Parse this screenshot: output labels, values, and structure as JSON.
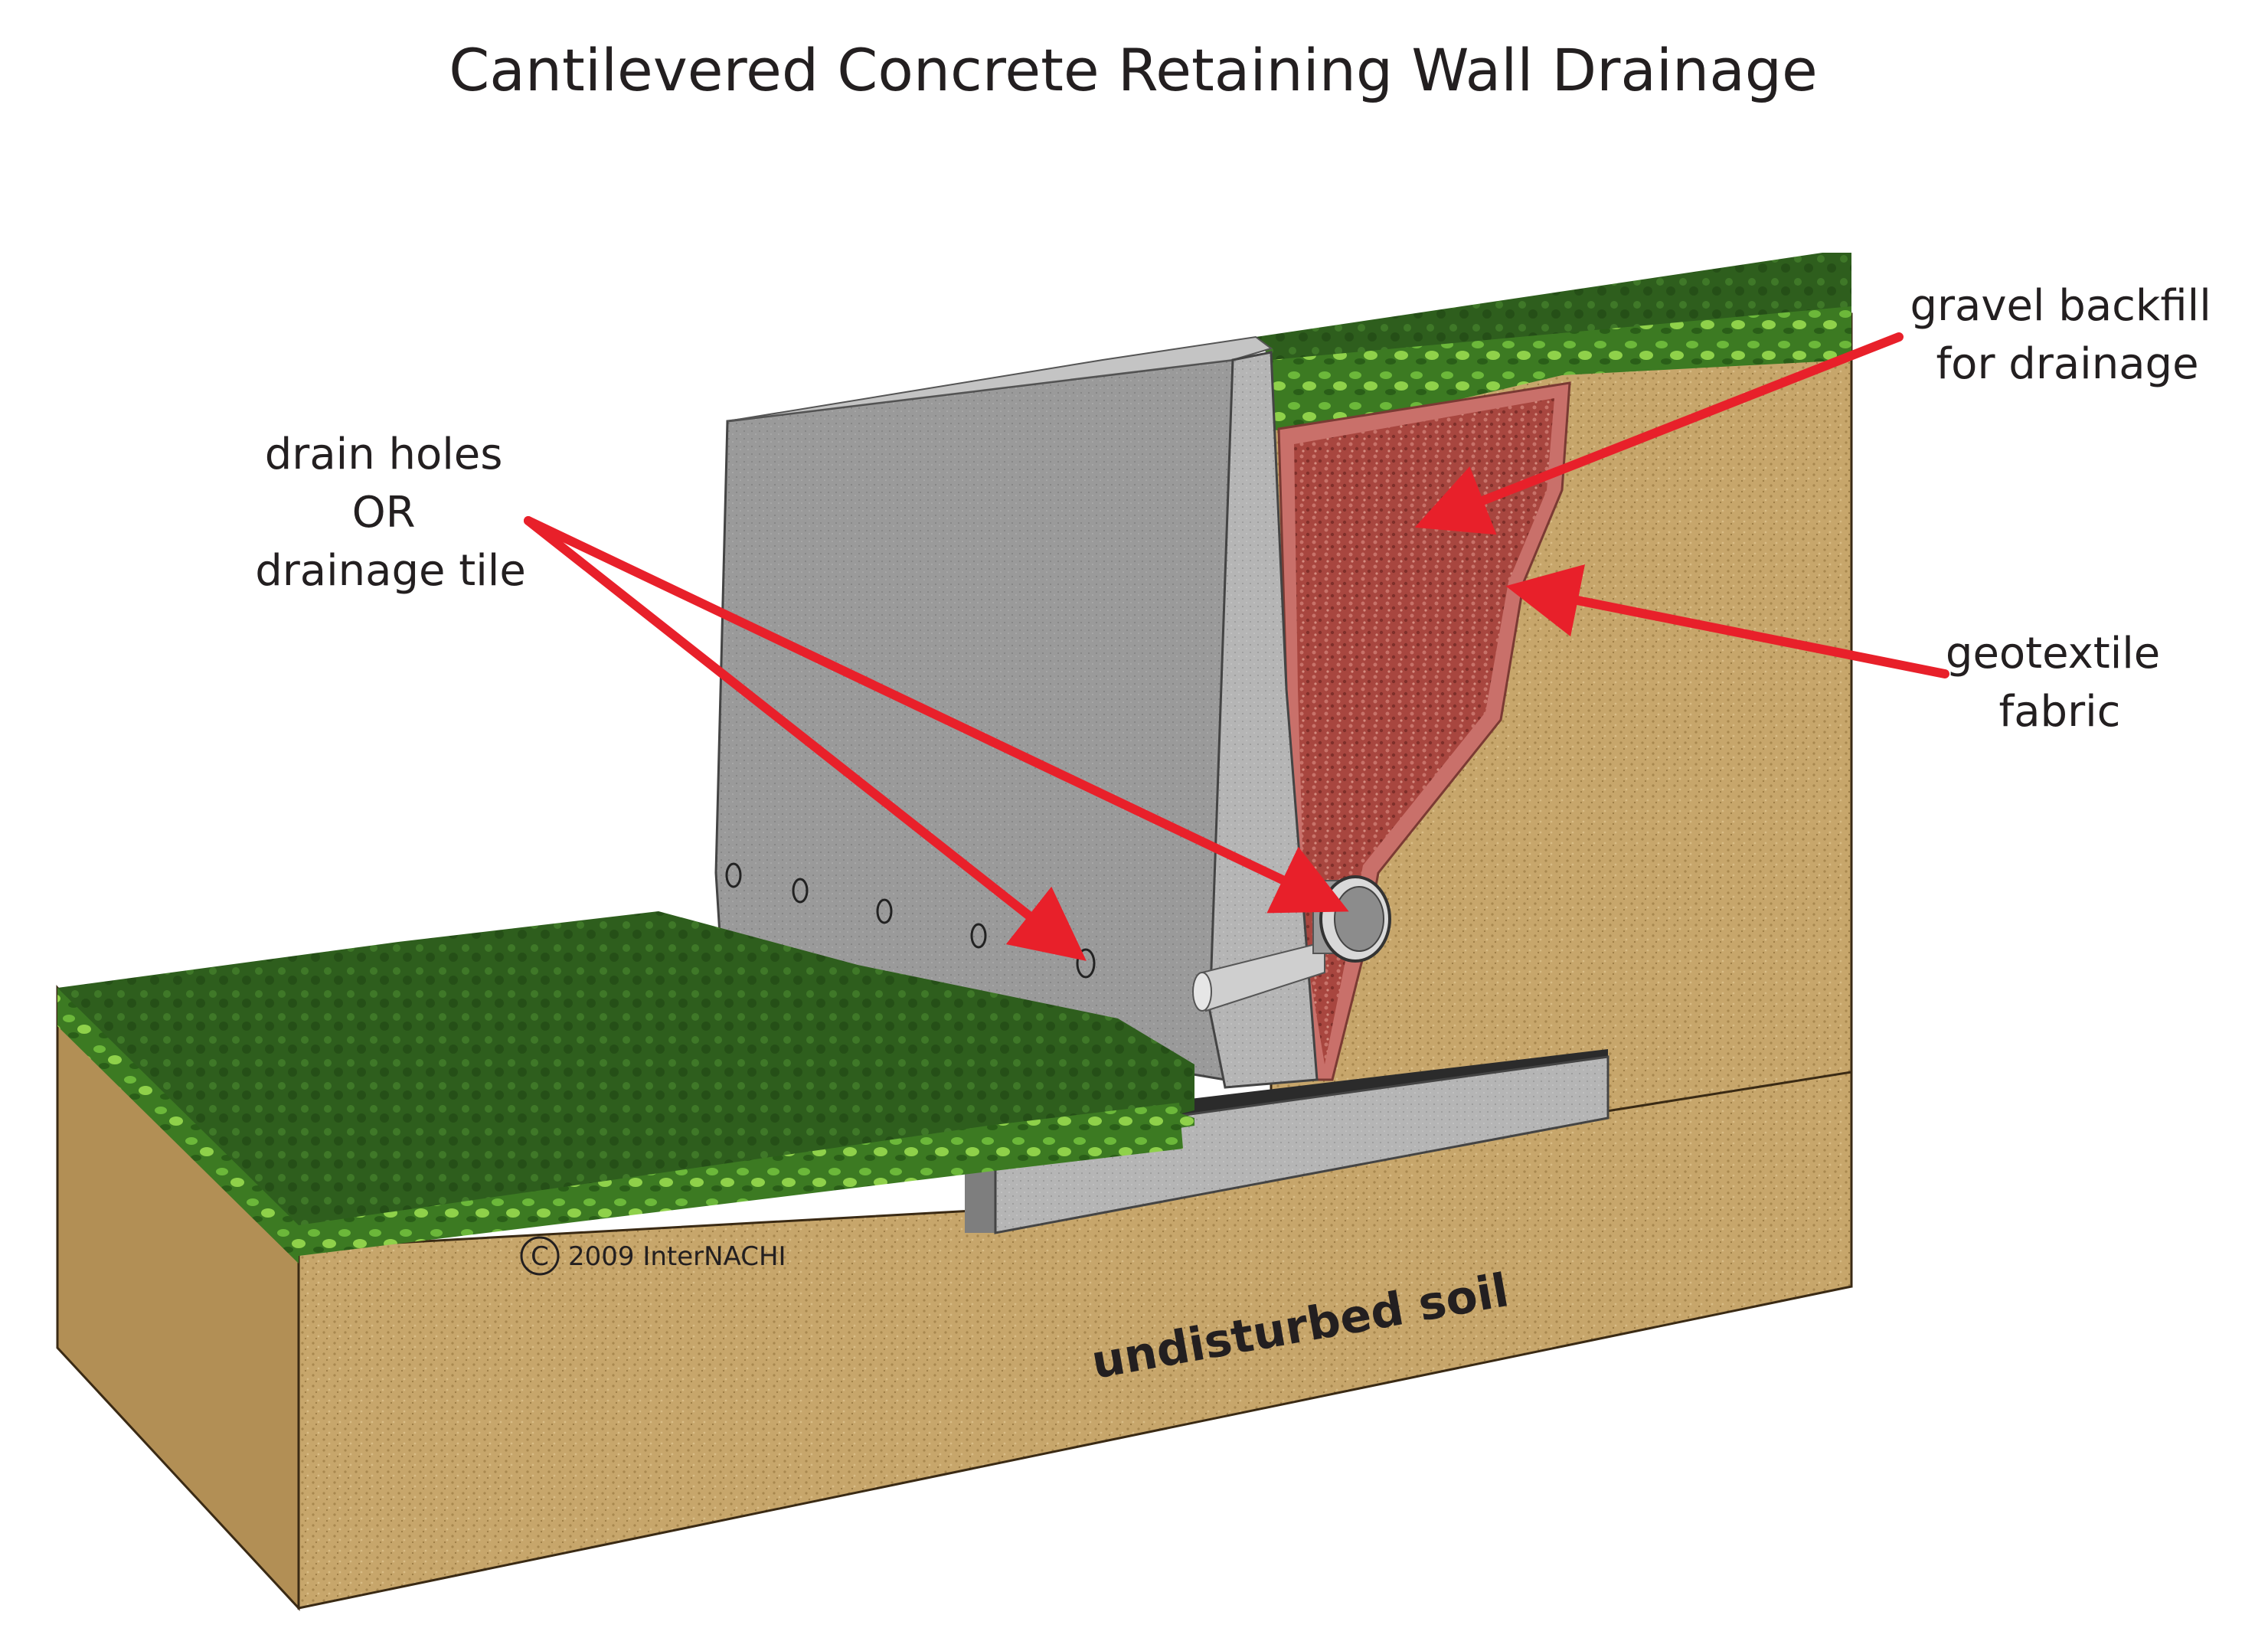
{
  "title": "Cantilevered Concrete Retaining Wall Drainage",
  "labels": {
    "drain_holes_line1": "drain holes",
    "drain_holes_line2": "OR",
    "drain_holes_line3": "drainage tile",
    "gravel_line1": "gravel backfill",
    "gravel_line2": "for drainage",
    "geotextile_line1": "geotextile",
    "geotextile_line2": "fabric",
    "undisturbed_soil": "undisturbed soil",
    "copyright": "2009  InterNACHI",
    "copyright_symbol": "C"
  },
  "colors": {
    "arrow": "#e8202a",
    "grass": "#2f6a1e",
    "grass_light": "#5fa832",
    "soil": "#c9a86a",
    "concrete": "#9c9c9c",
    "gravel": "#b0524a",
    "fabric": "#c9706a"
  },
  "icons": {
    "drain_pipe": "pipe-icon",
    "drain_hole": "circle-hole-icon"
  }
}
